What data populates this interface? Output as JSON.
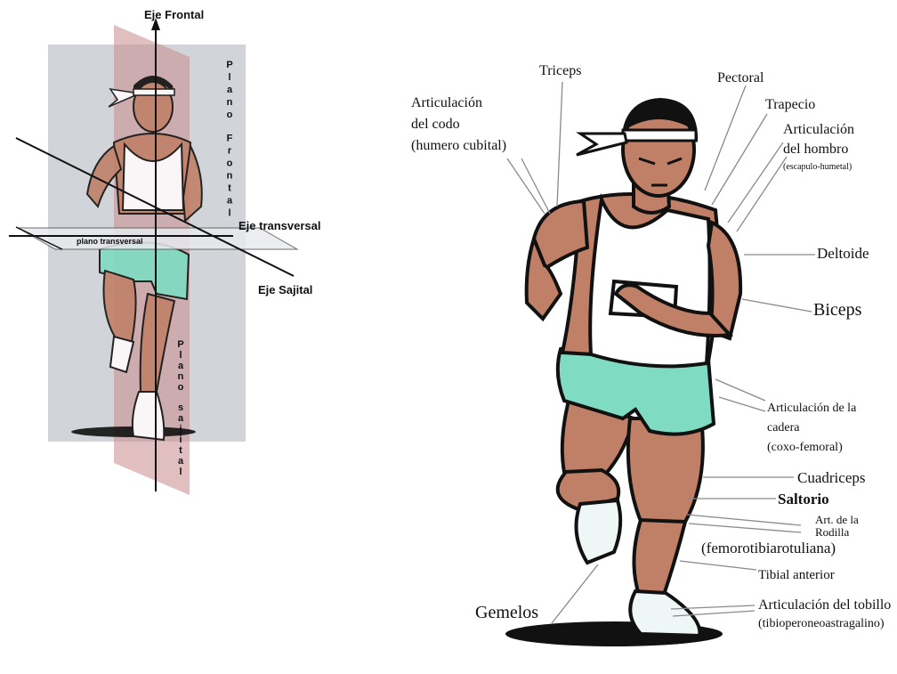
{
  "colors": {
    "skin": "#c08068",
    "shorts": "#7fdcc2",
    "plane_frontal": "#c9ccd2",
    "plane_sagital": "#c88a8c",
    "outline": "#111111",
    "label_line": "#8a8a8a"
  },
  "left_diagram": {
    "eje_frontal": "Eje Frontal",
    "plano_frontal": "Plano Frontal",
    "eje_transversal": "Eje transversal",
    "plano_transversal": "plano transversal",
    "eje_sajital": "Eje Sajital",
    "plano_sajital": "Plano sajital"
  },
  "right_diagram": {
    "triceps": "Triceps",
    "codo_1": "Articulación",
    "codo_2": "del codo",
    "codo_3": "(humero cubital)",
    "pectoral": "Pectoral",
    "trapecio": "Trapecio",
    "hombro_1": "Articulación",
    "hombro_2": "del hombro",
    "hombro_3": "(escapulo-humetal)",
    "deltoide": "Deltoide",
    "biceps": "Biceps",
    "cadera_1": "Articulación de la",
    "cadera_2": "cadera",
    "cadera_3": "(coxo-femoral)",
    "cuadriceps": "Cuadriceps",
    "saltorio": "Saltorio",
    "rodilla_1": "Art. de la",
    "rodilla_2": "Rodilla",
    "rodilla_3": "(femorotibiarotuliana)",
    "tibial": "Tibial anterior",
    "gemelos": "Gemelos",
    "tobillo_1": "Articulación del tobillo",
    "tobillo_2": "(tibioperoneoastragalino)"
  }
}
